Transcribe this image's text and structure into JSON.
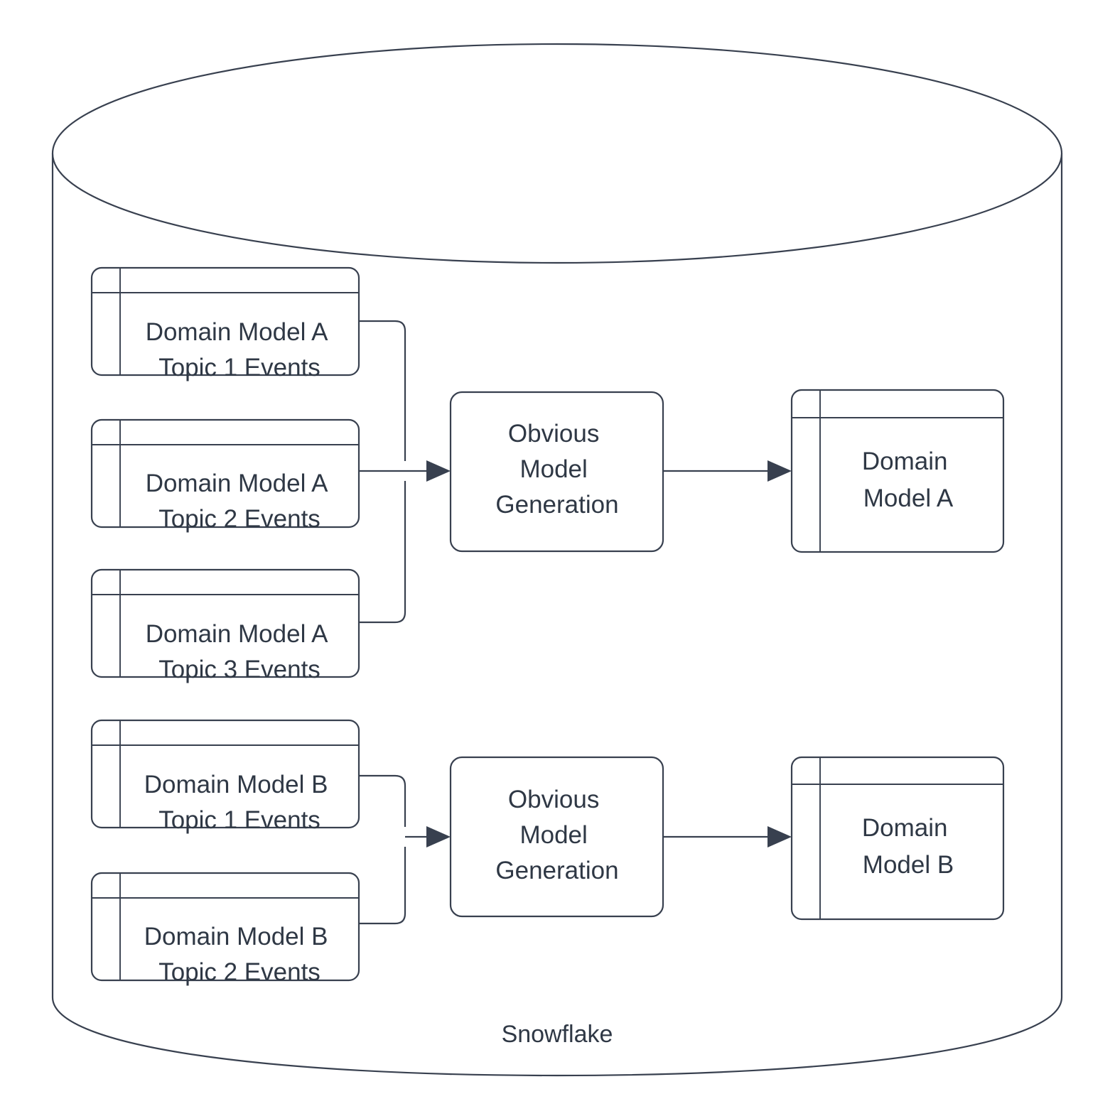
{
  "diagram": {
    "type": "flowchart",
    "title": "Snowflake Domain Model Generation",
    "container": {
      "shape": "cylinder",
      "label": "Snowflake"
    },
    "colors": {
      "stroke": "#38404f",
      "text": "#2f3845",
      "background": "#ffffff",
      "arrow_fill": "#38404f"
    },
    "sources": [
      {
        "id": "a1",
        "shape": "table",
        "line1": "Domain Model A",
        "line2": "Topic 1 Events"
      },
      {
        "id": "a2",
        "shape": "table",
        "line1": "Domain Model A",
        "line2": "Topic 2 Events"
      },
      {
        "id": "a3",
        "shape": "table",
        "line1": "Domain Model A",
        "line2": "Topic 3 Events"
      },
      {
        "id": "b1",
        "shape": "table",
        "line1": "Domain Model B",
        "line2": "Topic 1 Events"
      },
      {
        "id": "b2",
        "shape": "table",
        "line1": "Domain Model B",
        "line2": "Topic 2 Events"
      }
    ],
    "processes": [
      {
        "id": "gen_a",
        "shape": "rounded-rect",
        "line1": "Obvious",
        "line2": "Model",
        "line3": "Generation"
      },
      {
        "id": "gen_b",
        "shape": "rounded-rect",
        "line1": "Obvious",
        "line2": "Model",
        "line3": "Generation"
      }
    ],
    "outputs": [
      {
        "id": "out_a",
        "shape": "table",
        "line1": "Domain",
        "line2": "Model A"
      },
      {
        "id": "out_b",
        "shape": "table",
        "line1": "Domain",
        "line2": "Model B"
      }
    ],
    "edges": [
      {
        "from": "a1",
        "to": "gen_a"
      },
      {
        "from": "a2",
        "to": "gen_a"
      },
      {
        "from": "a3",
        "to": "gen_a"
      },
      {
        "from": "gen_a",
        "to": "out_a"
      },
      {
        "from": "b1",
        "to": "gen_b"
      },
      {
        "from": "b2",
        "to": "gen_b"
      },
      {
        "from": "gen_b",
        "to": "out_b"
      }
    ]
  }
}
